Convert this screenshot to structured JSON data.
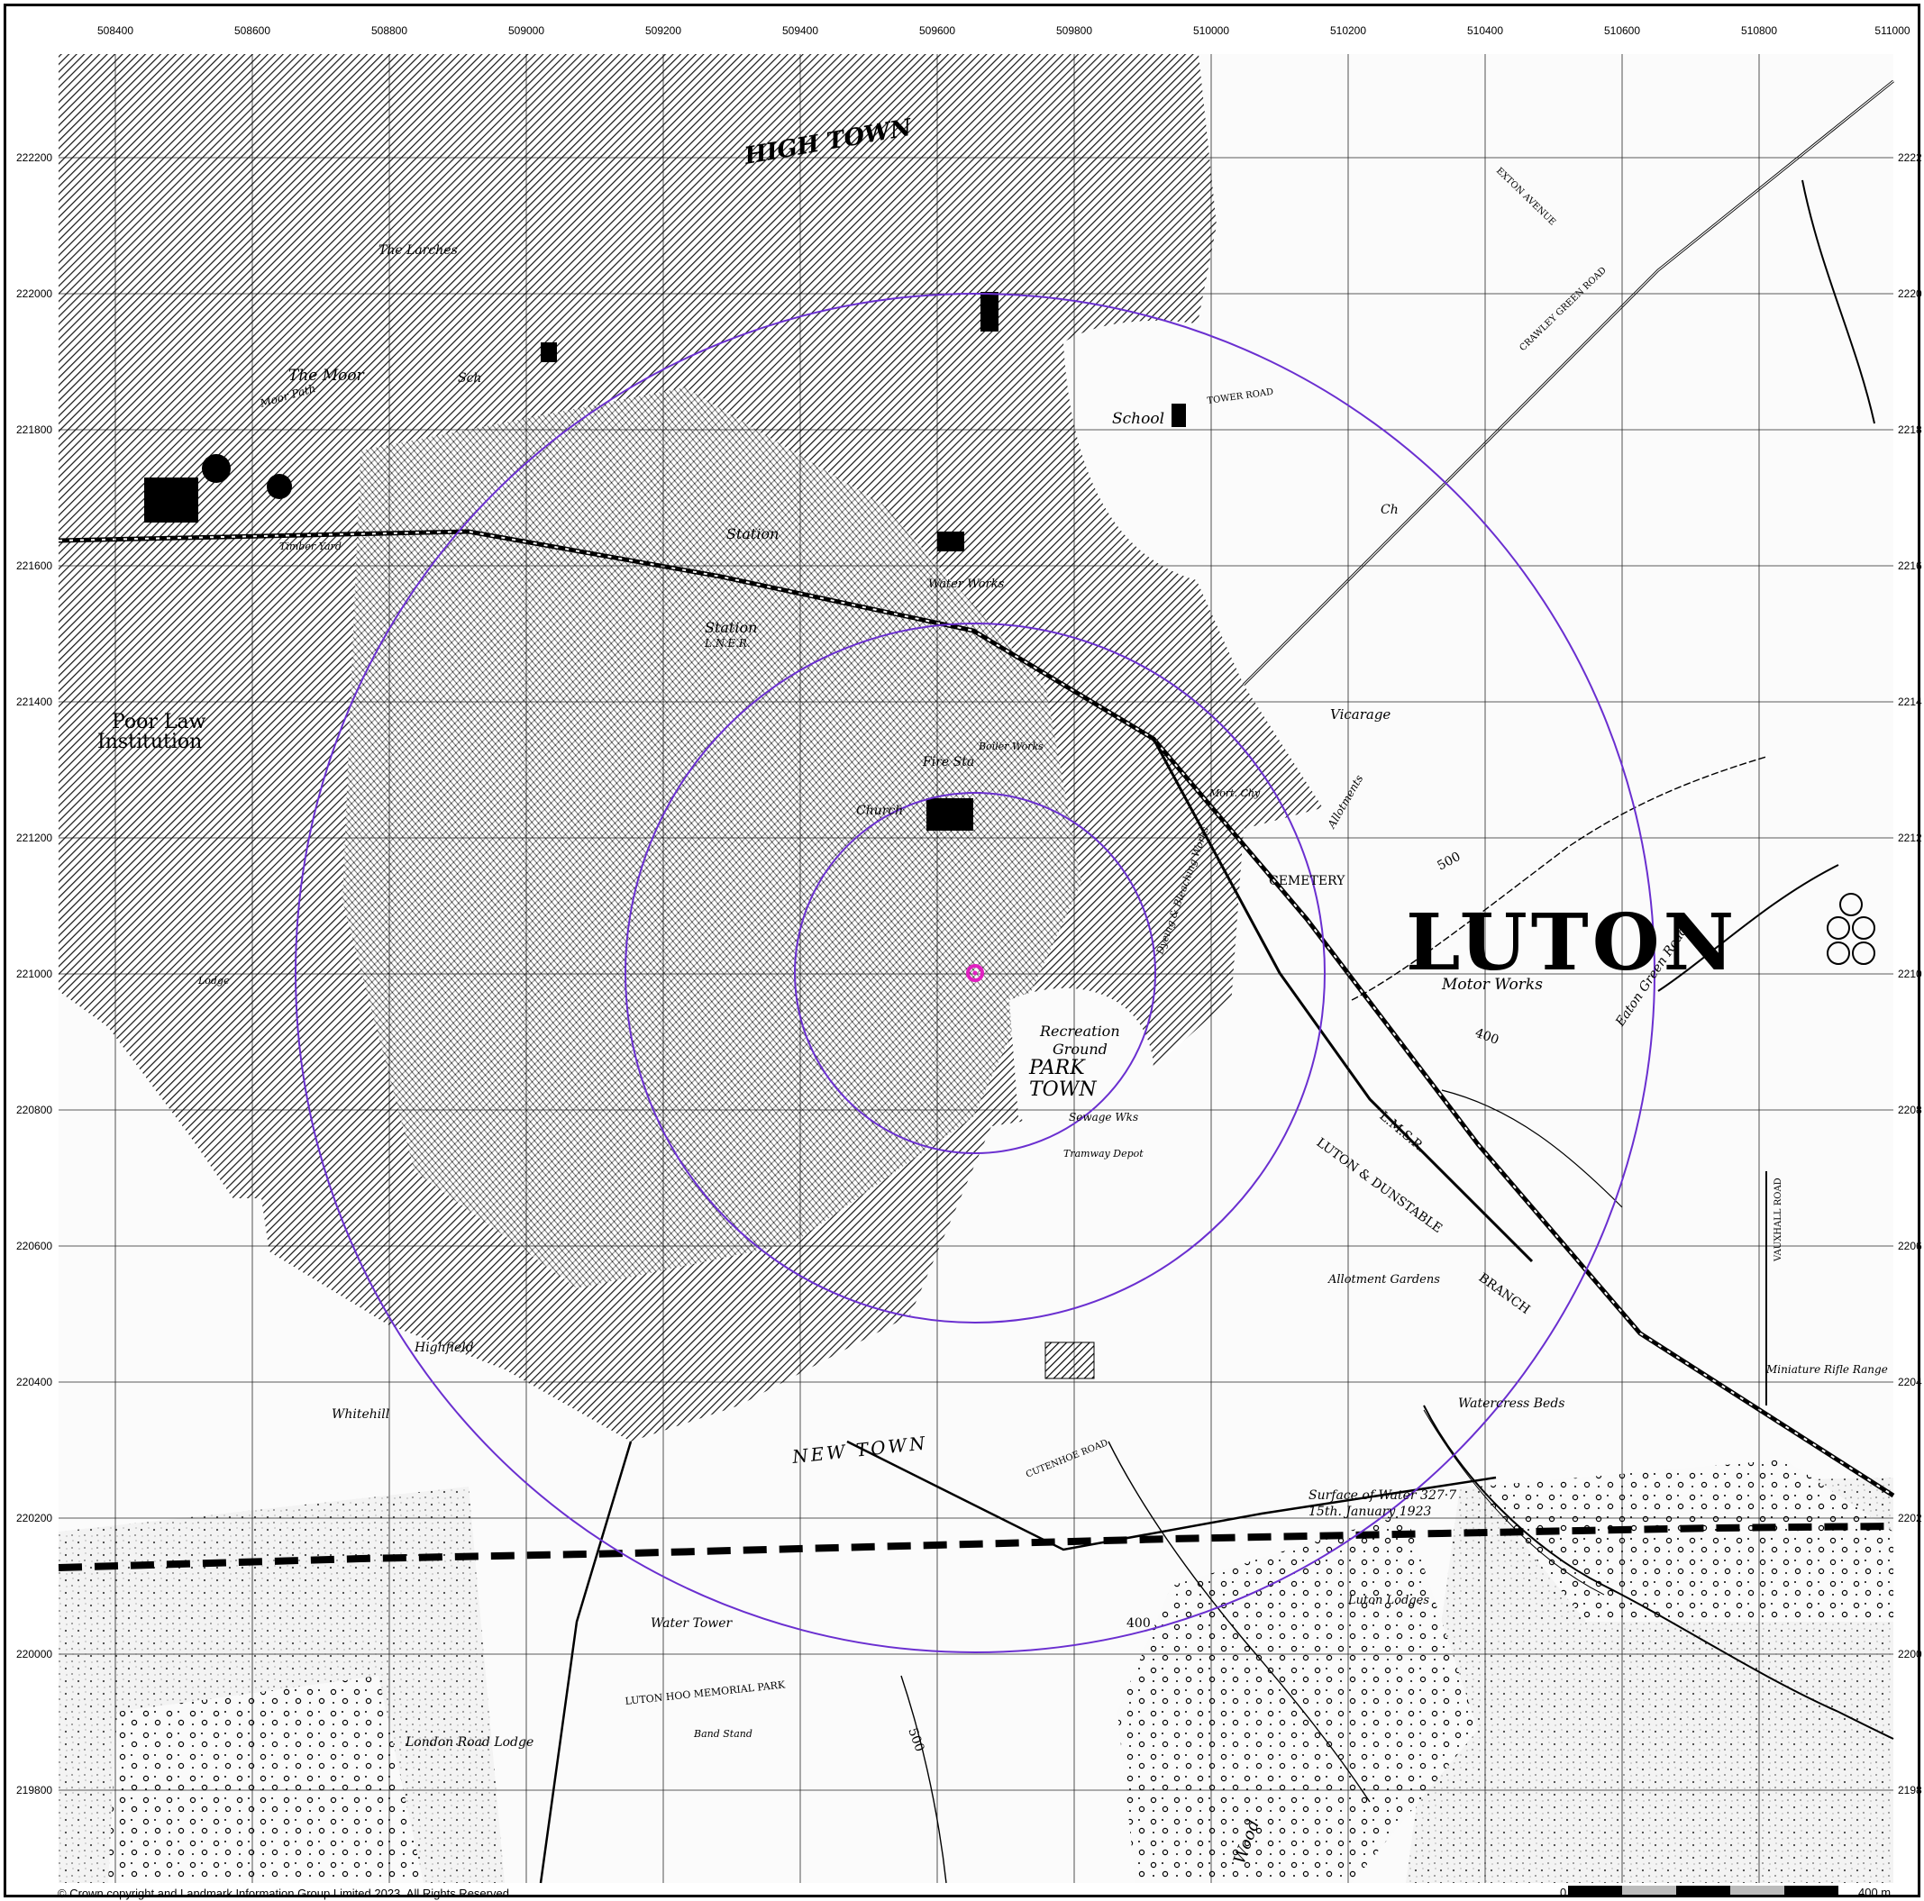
{
  "map": {
    "town_name": "LUTON",
    "grid": {
      "eastings": [
        "508400",
        "508600",
        "508800",
        "509000",
        "509200",
        "509400",
        "509600",
        "509800",
        "510000",
        "510200",
        "510400",
        "510600",
        "510800",
        "511000"
      ],
      "northings": [
        "222200",
        "222000",
        "221800",
        "221600",
        "221400",
        "221200",
        "221000",
        "220800",
        "220600",
        "220400",
        "220200",
        "220000",
        "219800"
      ],
      "northings_right": [
        "2222",
        "2220",
        "2218",
        "2216",
        "2214",
        "2212",
        "2210",
        "2208",
        "2206",
        "2204",
        "2202",
        "2200",
        "2198"
      ]
    },
    "labels": {
      "high_town": "HIGH TOWN",
      "the_moor": "The Moor",
      "moor_path": "Moor Path",
      "the_larches": "The Larches",
      "poor_law": "Poor Law",
      "institution": "Institution",
      "station_lms": "Station",
      "station_lner": "Station",
      "lner": "L.N.E.R.",
      "timber_yard": "Timber Yard",
      "school": "School",
      "tower_road": "TOWER ROAD",
      "vicarage": "Vicarage",
      "cemetery": "CEMETERY",
      "motor_works": "Motor Works",
      "recreation": "Recreation",
      "ground": "Ground",
      "park_town": "PARK",
      "town": "TOWN",
      "church": "Church",
      "fire_sta": "Fire Sta",
      "boiler_works": "Boiler Works",
      "water_works": "Water Works",
      "sewage_wks": "Sewage Wks",
      "tramway_depot": "Tramway Depot",
      "dyeing_bleaching": "Dyeing & Bleaching Works",
      "lms_r": "L.M.S.R.",
      "luton_dunstable": "LUTON & DUNSTABLE",
      "branch": "BRANCH",
      "allotment_gardens": "Allotment Gardens",
      "allotments": "Allotments",
      "new_town": "NEW TOWN",
      "highfield": "Highfield",
      "whitehill": "Whitehill",
      "water_tower": "Water Tower",
      "luton_memorial": "LUTON HOO MEMORIAL PARK",
      "band_stand": "Band Stand",
      "london_road_lodge": "London Road Lodge",
      "luton_lodges": "Luton Lodges",
      "watercress_beds": "Watercress Beds",
      "surface_of_water": "Surface of Water 327·7",
      "jan_date": "15th. January 1923",
      "miniature_rifle": "Miniature Rifle Range",
      "eaton_green_road": "Eaton Green Road",
      "crawley_green_road": "CRAWLEY GREEN ROAD",
      "vauxhall_road": "VAUXHALL ROAD",
      "cutenhoe_road": "CUTENHOE ROAD",
      "exton_avenue": "EXTON AVENUE",
      "contour_400": "400",
      "contour_500": "500",
      "wood": "Wood",
      "ch": "Ch",
      "sch": "Sch",
      "lodge": "Lodge",
      "mort_chy": "Mort. Chy",
      "contour_400b": "400",
      "contour_500b": "500"
    }
  },
  "footer": {
    "copyright": "© Crown copyright and Landmark Information Group Limited 2023.  All Rights Reserved.",
    "scale_start": "0",
    "scale_end": "400 m"
  },
  "colors": {
    "buffer_ring": "#6a2fd0",
    "site_marker": "#e020c0",
    "boundary": "#000000"
  }
}
